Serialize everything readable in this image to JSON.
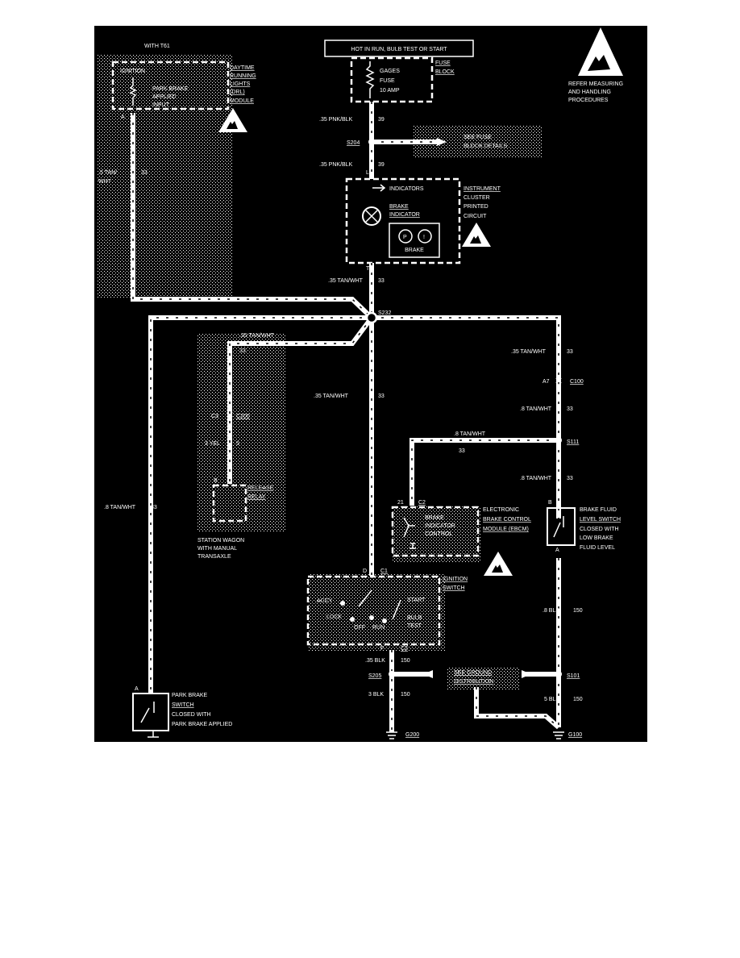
{
  "colors": {
    "background": "#000000",
    "foreground": "#ffffff",
    "page": "#ffffff"
  },
  "header": {
    "power_label": "HOT IN RUN, BULB TEST OR START",
    "option_label": "WITH T61"
  },
  "esd_notice": {
    "line1": "REFER MEASURING",
    "line2": "AND HANDLING",
    "line3": "PROCEDURES",
    "icon": "esd-warning-icon"
  },
  "fuse_block": {
    "fuse_line1": "GAGES",
    "fuse_line2": "FUSE",
    "fuse_line3": "10 AMP",
    "label_line1": "FUSE",
    "label_line2": "BLOCK"
  },
  "drl_module": {
    "ignition": "IGNITION",
    "input_line1": "PARK BRAKE",
    "input_line2": "APPLIED",
    "input_line3": "INPUT",
    "title_line1": "DAYTIME",
    "title_line2": "RUNNING",
    "title_line3": "LIGHTS",
    "title_line4": "(DRL)",
    "title_line5": "MODULE",
    "pin": "A"
  },
  "instrument_cluster": {
    "indicators": "INDICATORS",
    "brake_line1": "BRAKE",
    "brake_line2": "INDICATOR",
    "lamp_label": "BRAKE",
    "title_line1": "INSTRUMENT",
    "title_line2": "CLUSTER",
    "title_line3": "PRINTED",
    "title_line4": "CIRCUIT",
    "pin_in": "L",
    "pin_out": "T"
  },
  "splices": {
    "s204": "S204",
    "s232": "S232",
    "s111": "S111",
    "s205": "S205",
    "s101": "S101"
  },
  "fuse_details": {
    "line1": "SEE FUSE",
    "line2": "BLOCK DETAILS"
  },
  "ground_distribution": {
    "line1": "SEE GROUND",
    "line2": "DISTRIBUTION"
  },
  "wires": {
    "pnk_blk_top": {
      "gauge": ".35 PNK/BLK",
      "circuit": "39"
    },
    "pnk_blk_bottom": {
      "gauge": ".35 PNK/BLK",
      "circuit": "39"
    },
    "drl_feed": {
      "gauge_line1": ".5 TAN/",
      "gauge_line2": "WHT",
      "circuit": "33"
    },
    "cluster_out": {
      "gauge": ".35 TAN/WHT",
      "circuit": "33"
    },
    "relay_branch": {
      "gauge": ".35 TAN/WHT",
      "circuit": "33"
    },
    "c100_upper": {
      "gauge": ".35 TAN/WHT",
      "circuit": "33"
    },
    "center_down": {
      "gauge": ".35 TAN/WHT",
      "circuit": "33"
    },
    "c100_lower": {
      "gauge": ".8 TAN/WHT",
      "circuit": "33"
    },
    "ebcm_branch": {
      "gauge": ".8 TAN/WHT",
      "circuit": "33"
    },
    "fluid_switch_feed": {
      "gauge": ".8 TAN/WHT",
      "circuit": "33"
    },
    "park_brake_feed": {
      "gauge": ".8 TAN/WHT",
      "circuit": "33"
    },
    "relay_yel": {
      "gauge": "3 YEL",
      "circuit": "5"
    },
    "ign_ground": {
      "gauge": ".35 BLK",
      "circuit": "150"
    },
    "s205_ground": {
      "gauge": "3 BLK",
      "circuit": "150"
    },
    "fluid_ground": {
      "gauge": ".8 BLK",
      "circuit": "150"
    },
    "s101_ground": {
      "gauge": "5 BLK",
      "circuit": "150"
    }
  },
  "connectors": {
    "c100_pin": "A7",
    "c100": "C100",
    "c200_pin": "C3",
    "c200": "C200",
    "ebcm_pin": "21",
    "ebcm_conn": "C2",
    "ign_pin_d": "D",
    "ign_c1": "C1",
    "ign_pin_f": "F",
    "ign_c2": "C2"
  },
  "release_relay": {
    "pin": "B",
    "title_line1": "RELEASE",
    "title_line2": "RELAY",
    "note_line1": "STATION WAGON",
    "note_line2": "WITH MANUAL",
    "note_line3": "TRANSAXLE"
  },
  "ebcm": {
    "inner_line1": "BRAKE",
    "inner_line2": "INDICATOR",
    "inner_line3": "CONTROL",
    "title_line1": "ELECTRONIC",
    "title_line2": "BRAKE CONTROL",
    "title_line3": "MODULE (EBCM)"
  },
  "brake_fluid_switch": {
    "pin_b": "B",
    "pin_a": "A",
    "title_line1": "BRAKE FLUID",
    "title_line2": "LEVEL SWITCH",
    "title_line3": "CLOSED WITH",
    "title_line4": "LOW BRAKE",
    "title_line5": "FLUID LEVEL"
  },
  "ignition_switch": {
    "accy": "ACCY",
    "lock": "LOCK",
    "off": "OFF",
    "run": "RUN",
    "start": "START",
    "bulb_line1": "BULB",
    "bulb_line2": "TEST",
    "title_line1": "IGNITION",
    "title_line2": "SWITCH"
  },
  "park_brake_switch": {
    "pin": "A",
    "title_line1": "PARK BRAKE",
    "title_line2": "SWITCH",
    "title_line3": "CLOSED WITH",
    "title_line4": "PARK BRAKE APPLIED"
  },
  "grounds": {
    "g200": "G200",
    "g100": "G100"
  }
}
